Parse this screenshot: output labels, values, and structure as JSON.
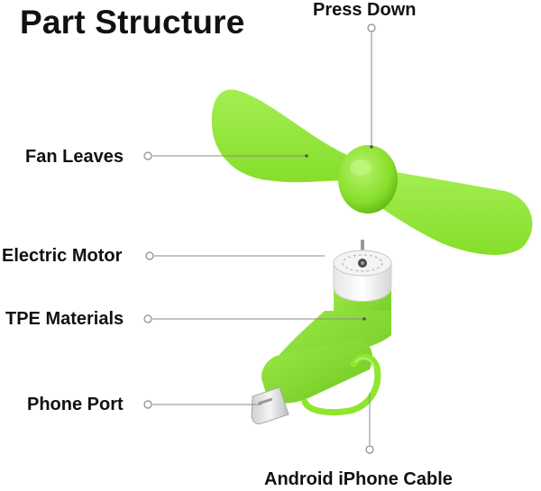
{
  "title": "Part Structure",
  "labels": {
    "press_down": "Press Down",
    "fan_leaves": "Fan Leaves",
    "electric_motor": "Electric Motor",
    "tpe_materials": "TPE Materials",
    "phone_port": "Phone Port",
    "cable": "Android iPhone Cable"
  },
  "colors": {
    "green": "#8ee62e",
    "green_dark": "#6cc41c",
    "green_light": "#a8f05a",
    "leader_line": "#8a8a8a",
    "connector": "#d9d9d9"
  }
}
